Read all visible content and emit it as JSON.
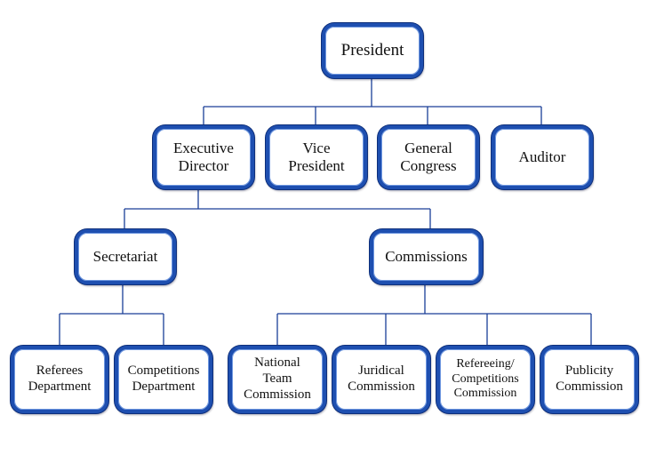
{
  "org_chart": {
    "president": "President",
    "executive_director": "Executive\nDirector",
    "vice_president": "Vice\nPresident",
    "general_congress": "General\nCongress",
    "auditor": "Auditor",
    "secretariat": "Secretariat",
    "commissions": "Commissions",
    "referees_department": "Referees\nDepartment",
    "competitions_department": "Competitions\nDepartment",
    "national_team_commission": "National\nTeam\nCommission",
    "juridical_commission": "Juridical\nCommission",
    "refereeing_competitions_commission": "Refereeing/\nCompetitions\nCommission",
    "publicity_commission": "Publicity\nCommission"
  },
  "colors": {
    "box_border": "#1e4fb0",
    "connector": "#1a3f97",
    "text": "#111111",
    "background": "#ffffff"
  }
}
